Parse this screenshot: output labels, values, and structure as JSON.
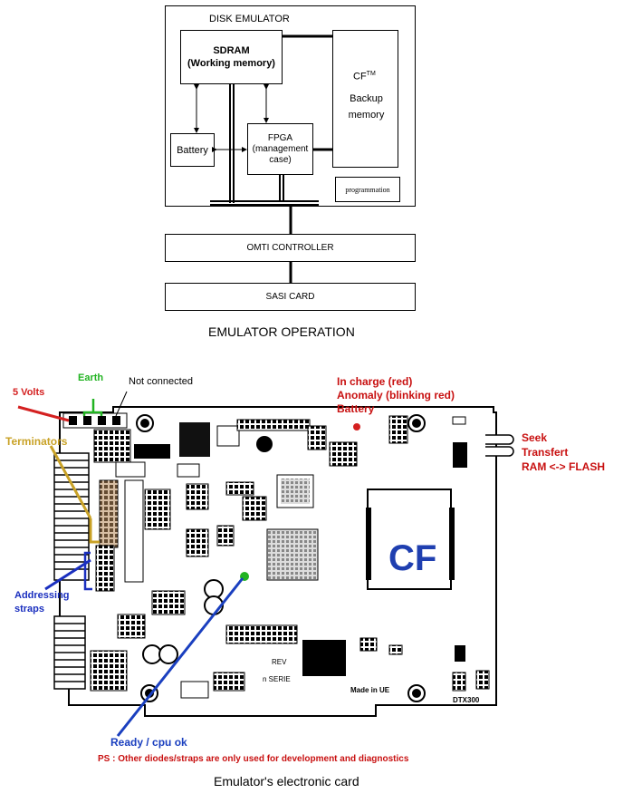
{
  "top_diagram": {
    "heading": "DISK EMULATOR",
    "sdram": "SDRAM\n(Working memory)",
    "cf_title": "CF",
    "cf_sup": "TM",
    "cf_sub": "Backup\nmemory",
    "battery": "Battery",
    "fpga": "FPGA\n(management\ncase)",
    "programmation": "programmation",
    "omti": "OMTI CONTROLLER",
    "sasi": "SASI CARD",
    "caption": "EMULATOR OPERATION"
  },
  "board": {
    "five_volts": "5 Volts",
    "earth": "Earth",
    "not_connected": "Not connected",
    "in_charge": "In charge (red)",
    "anomaly": "Anomaly (blinking red)",
    "battery": "Battery",
    "seek": "Seek",
    "transfert": "Transfert",
    "ram_flash": "RAM <-> FLASH",
    "terminators": "Terminators",
    "addressing": "Addressing\nstraps",
    "cf_label": "CF",
    "ready": "Ready / cpu ok",
    "ps": "PS : Other diodes/straps are only used for development and diagnostics",
    "caption": "Emulator's electronic card",
    "silk_rev": "REV",
    "silk_serie": "n SERIE",
    "silk_made": "Made  in  UE",
    "silk_model": "DTX300"
  },
  "colors": {
    "five_volts": "#d42020",
    "earth": "#22b322",
    "terminators": "#c9a227",
    "addressing": "#1a2fbf",
    "red_text": "#c81010",
    "ready_line": "#1a3fbf"
  }
}
